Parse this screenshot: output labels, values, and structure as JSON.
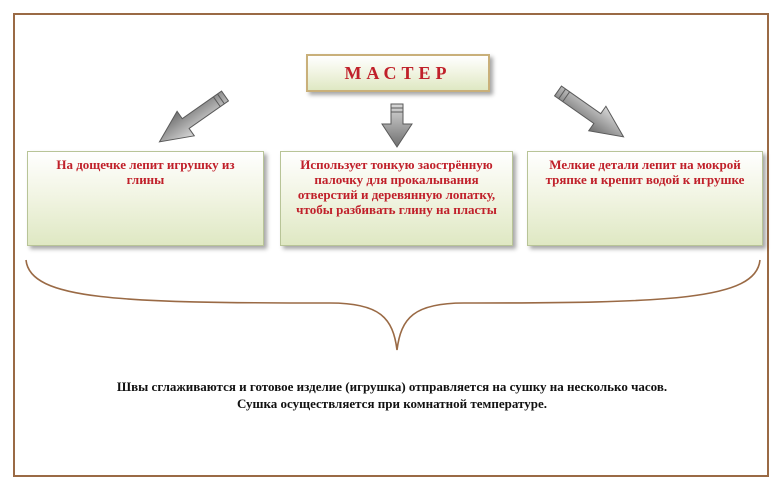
{
  "master": {
    "label": "МАСТЕР"
  },
  "cards": [
    {
      "text": "На дощечке лепит игрушку из глины"
    },
    {
      "text": "Использует тонкую заострённую палочку для прокалывания отверстий и деревянную лопатку, чтобы разбивать глину на пласты"
    },
    {
      "text": "Мелкие детали лепит на мокрой тряпке и крепит водой к игрушке"
    }
  ],
  "bottom": {
    "line1": "Швы сглаживаются и готовое изделие (игрушка) отправляется на сушку на несколько часов.",
    "line2": "Сушка осуществляется при комнатной температуре."
  },
  "colors": {
    "accent": "#c0202a",
    "frame": "#9a6a45",
    "box_fill": "#dfe8c3",
    "arrow": "#8c8c8c"
  }
}
